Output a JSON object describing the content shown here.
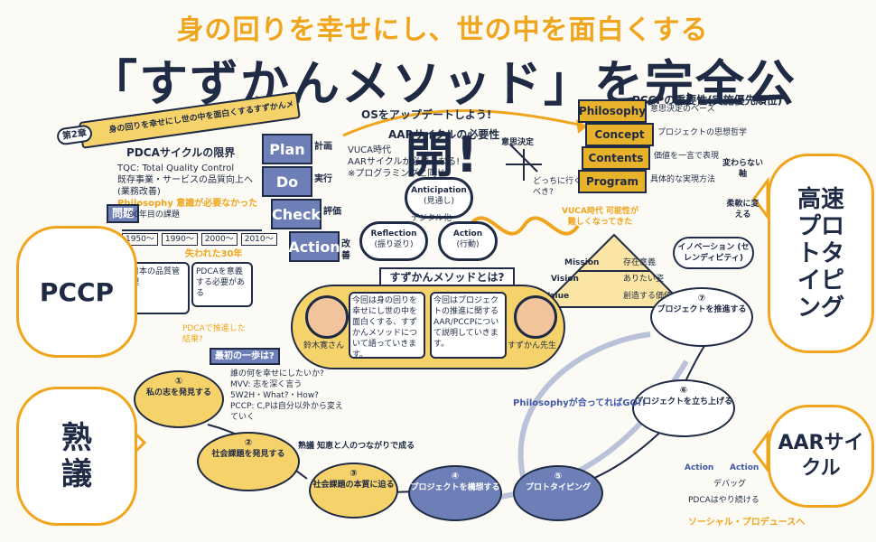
{
  "header": {
    "subtitle": "身の回りを幸せにし、世の中を面白くする",
    "title": "「すずかんメソッド」を完全公開!"
  },
  "chapter": {
    "tag": "第2章",
    "heading": "身の回りを幸せにし世の中を面白くするすずかんメソッド",
    "pdca_limit_title": "PDCAサイクルの限界",
    "pdca_notes": [
      "TQC: Total Quality Control",
      "既存事業・サービスの品質向上へ",
      "(業務改善)",
      "Philosophy 意識が必要なかった"
    ],
    "pdca_steps": [
      {
        "label": "Plan",
        "jp": "計画"
      },
      {
        "label": "Do",
        "jp": "実行"
      },
      {
        "label": "Check",
        "jp": "評価"
      },
      {
        "label": "Action",
        "jp": "改善"
      }
    ],
    "era_title": "問題",
    "timeline": [
      "1950〜",
      "1990〜",
      "2000〜",
      "2010〜"
    ],
    "timeline_note": "'90年目の課題",
    "kaizen_label": "日本の品質管理",
    "notes_left": [
      "PDCAを意義する必要がある",
      "PDCAで推進した結果?",
      "失われた30年"
    ]
  },
  "os_update": "OSをアップデートしよう!",
  "aar": {
    "title": "AARサイクルの必要性",
    "vuca_notes": [
      "VUCA時代",
      "AARサイクルが必要となる!",
      "※プログラミングと同じ"
    ],
    "decision": "意思決定",
    "anticipation": "Anticipation",
    "anticipation_jp": "(見通し)",
    "action": "Action",
    "action_jp": "(行動)",
    "reflection": "Reflection",
    "reflection_jp": "(振り返り)",
    "where_to": "どっちに行くべき?",
    "digital": "デジタル化"
  },
  "pccp_diagram": {
    "title": "PCCPの重要性(実施優先順位)",
    "items": [
      {
        "label": "Philosophy",
        "note": "意思決定のベース"
      },
      {
        "label": "Concept",
        "note": "プロジェクトの思想哲学"
      },
      {
        "label": "Contents",
        "note": "価値を一言で表現"
      },
      {
        "label": "Program",
        "note": "具体的な実現方法"
      }
    ],
    "right_notes": [
      "変わらない軸",
      "柔軟に変える"
    ],
    "mvv_labels": [
      "Mission",
      "Vision",
      "Value"
    ],
    "mvv_notes": [
      "存在意義",
      "ありたい姿",
      "創造する価値"
    ],
    "vuca_bubble": "VUCA時代 可能性が 難しくなってきた"
  },
  "center": {
    "banner": "すずかんメソッドとは?",
    "left_speaker": "鈴木寛さん",
    "right_speaker": "すずかん先生",
    "left_bubble": "今回は身の回りを幸せにし世の中を面白くする、すずかんメソッドについて語っていきます。",
    "right_bubble": "今回はプロジェクトの推進に関するAAR/PCCPについて説明していきます。"
  },
  "first_step": {
    "label": "最初の一歩は?",
    "notes": [
      "誰の何を幸せにしたいか?",
      "MVV: 志を深く言う",
      "5W2H・What?・How?",
      "PCCP: C,Pは自分以外から変えていく"
    ]
  },
  "steps": [
    {
      "num": "①",
      "label": "私の志を発見する"
    },
    {
      "num": "②",
      "label": "社会課題を発見する"
    },
    {
      "num": "③",
      "label": "社会課題の本質に迫る"
    },
    {
      "num": "④",
      "label": "プロジェクトを構想する"
    },
    {
      "num": "⑤",
      "label": "プロトタイピング"
    },
    {
      "num": "⑥",
      "label": "プロジェクトを立ち上げる"
    },
    {
      "num": "⑦",
      "label": "プロジェクトを推進する"
    }
  ],
  "jukugi_note": "熟議 知恵と人のつながりで成る",
  "innovation": "イノベーション (セレンディピティ)",
  "philosophy_go": "Philosophyが合ってればGO!!",
  "bottom_right": {
    "action_left": "Action",
    "action_right": "Action",
    "debug": "デバッグ",
    "pdca_note": "PDCAはやり続ける",
    "social": "ソーシャル・プロデュースへ"
  },
  "callouts": {
    "pccp": "PCCP",
    "jukugi": "熟議",
    "prototyping": "高速プロトタイピング",
    "aar": "AARサイクル"
  }
}
